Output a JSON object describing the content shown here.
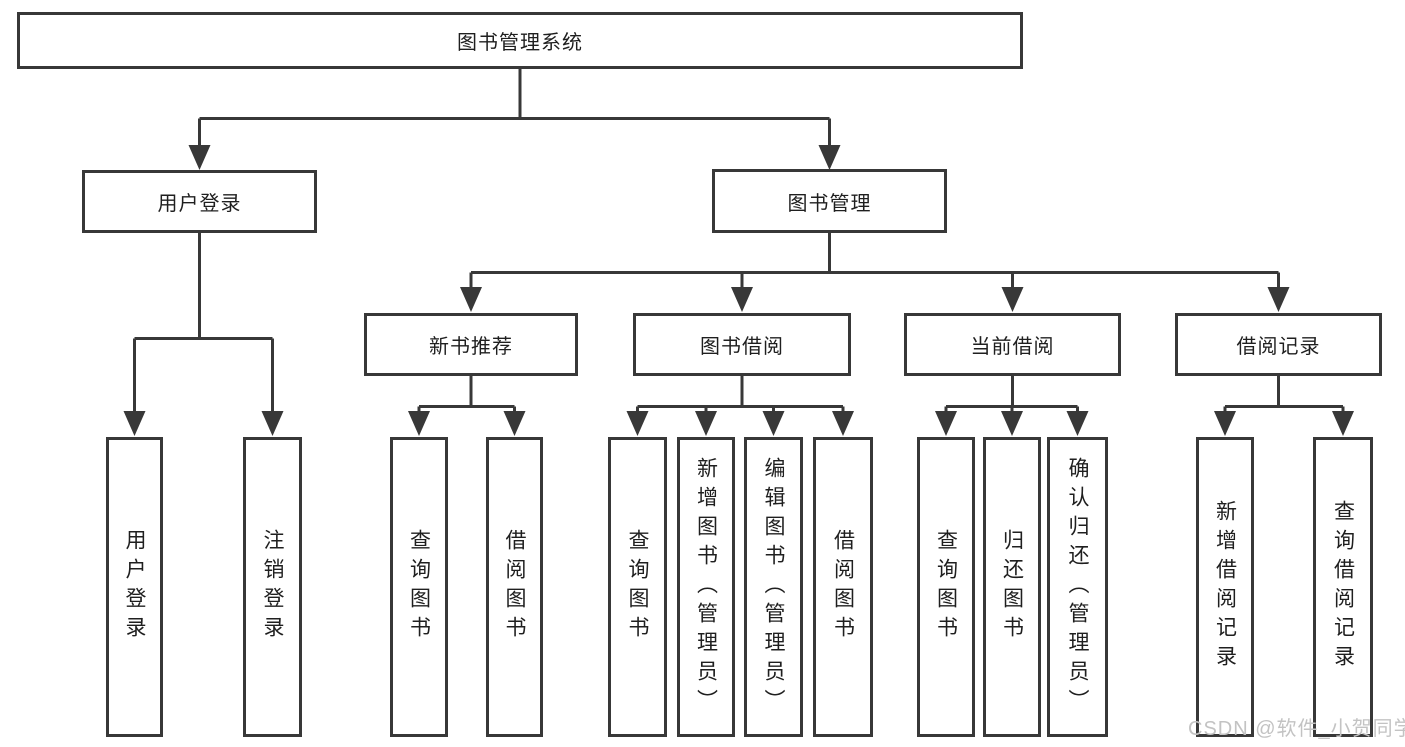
{
  "diagram": {
    "root": {
      "label": "图书管理系统"
    },
    "branches": [
      {
        "label": "用户登录",
        "children": [
          {
            "label": "用户登录"
          },
          {
            "label": "注销登录"
          }
        ]
      },
      {
        "label": "图书管理",
        "children": [
          {
            "label": "新书推荐",
            "children": [
              {
                "label": "查询图书"
              },
              {
                "label": "借阅图书"
              }
            ]
          },
          {
            "label": "图书借阅",
            "children": [
              {
                "label": "查询图书"
              },
              {
                "label": "新增图书（管理员）"
              },
              {
                "label": "编辑图书（管理员）"
              },
              {
                "label": "借阅图书"
              }
            ]
          },
          {
            "label": "当前借阅",
            "children": [
              {
                "label": "查询图书"
              },
              {
                "label": "归还图书"
              },
              {
                "label": "确认归还（管理员）"
              }
            ]
          },
          {
            "label": "借阅记录",
            "children": [
              {
                "label": "新增借阅记录"
              },
              {
                "label": "查询借阅记录"
              }
            ]
          }
        ]
      }
    ]
  },
  "watermark": {
    "text": "CSDN @软件_小贺同学"
  },
  "colors": {
    "line": "#383838",
    "text": "#1f1f1f",
    "box_background": "#ffffff",
    "watermark": "#c3c3c3"
  }
}
